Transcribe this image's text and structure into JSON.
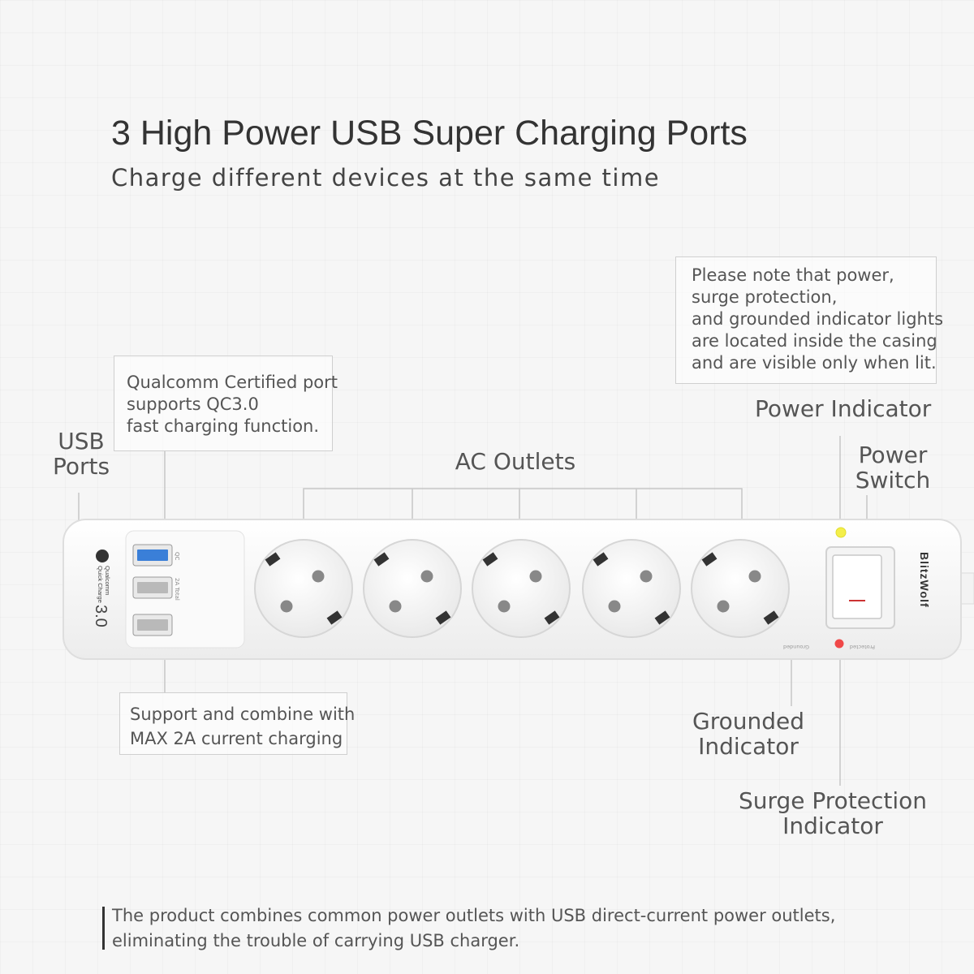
{
  "heading": {
    "title": "3 High Power USB Super Charging Ports",
    "subtitle": "Charge different devices at the same time"
  },
  "callouts": {
    "note_lines": [
      "Please note that power,",
      "surge protection,",
      "and grounded indicator lights",
      "are located inside the casing",
      "and are visible only when lit."
    ],
    "qc_lines": [
      "Qualcomm Certified port",
      "supports QC3.0",
      "fast charging function."
    ],
    "max_lines": [
      "Support and combine with",
      "MAX 2A current charging"
    ]
  },
  "labels": {
    "usb_ports": [
      "USB",
      "Ports"
    ],
    "ac_outlets": "AC Outlets",
    "power_indicator": "Power Indicator",
    "power_switch": [
      "Power",
      "Switch"
    ],
    "grounded_indicator": [
      "Grounded",
      "Indicator"
    ],
    "surge_indicator": [
      "Surge Protection",
      "Indicator"
    ]
  },
  "device": {
    "brand": "BlitzWolf",
    "qc_badge_top": "Qualcomm",
    "qc_badge_mid": "Quick Charge",
    "qc_badge_ver": "3.0",
    "usb_tag_qc": "QC",
    "usb_tag_2a": "2A Total",
    "tag_grounded": "Grounded",
    "tag_protected": "Protected",
    "outlet_count": 5,
    "usb_colors": [
      "#3a7fd8",
      "#b9b9b9",
      "#b9b9b9"
    ],
    "power_led_color": "#f4ef4a",
    "surge_led_color": "#f04848"
  },
  "footer": {
    "lines": [
      "The product combines common power outlets with USB direct-current power outlets,",
      "eliminating the trouble of carrying USB charger."
    ]
  }
}
